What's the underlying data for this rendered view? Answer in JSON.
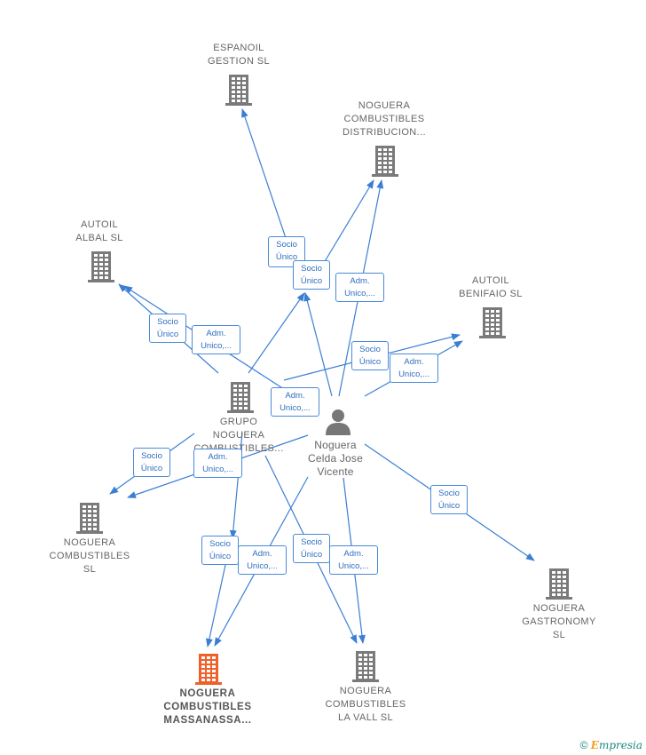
{
  "nodes": {
    "espanoil": {
      "lines": [
        "ESPANOIL",
        "GESTION  SL"
      ],
      "kind": "company"
    },
    "noguera_distribucion": {
      "lines": [
        "NOGUERA",
        "COMBUSTIBLES",
        "DISTRIBUCION..."
      ],
      "kind": "company"
    },
    "autoil_albal": {
      "lines": [
        "AUTOIL",
        "ALBAL  SL"
      ],
      "kind": "company"
    },
    "autoil_benifaio": {
      "lines": [
        "AUTOIL",
        "BENIFAIO  SL"
      ],
      "kind": "company"
    },
    "grupo_noguera": {
      "lines": [
        "GRUPO",
        "NOGUERA",
        "COMBUSTIBLES..."
      ],
      "kind": "company"
    },
    "person": {
      "lines": [
        "Noguera",
        "Celda Jose",
        "Vicente"
      ],
      "kind": "person"
    },
    "noguera_sl": {
      "lines": [
        "NOGUERA",
        "COMBUSTIBLES",
        "SL"
      ],
      "kind": "company"
    },
    "noguera_gastronomy": {
      "lines": [
        "NOGUERA",
        "GASTRONOMY",
        "SL"
      ],
      "kind": "company"
    },
    "noguera_massanassa": {
      "lines": [
        "NOGUERA",
        "COMBUSTIBLES",
        "MASSANASSA..."
      ],
      "kind": "focus"
    },
    "noguera_lavall": {
      "lines": [
        "NOGUERA",
        "COMBUSTIBLES",
        "LA VALL  SL"
      ],
      "kind": "company"
    }
  },
  "edge_labels": [
    {
      "lines": [
        "Socio",
        "Único"
      ]
    },
    {
      "lines": [
        "Socio",
        "Único"
      ]
    },
    {
      "lines": [
        "Adm.",
        "Unico,..."
      ]
    },
    {
      "lines": [
        "Socio",
        "Único"
      ]
    },
    {
      "lines": [
        "Adm.",
        "Unico,..."
      ]
    },
    {
      "lines": [
        "Socio",
        "Único"
      ]
    },
    {
      "lines": [
        "Adm.",
        "Unico,..."
      ]
    },
    {
      "lines": [
        "Adm.",
        "Unico,..."
      ]
    },
    {
      "lines": [
        "Socio",
        "Único"
      ]
    },
    {
      "lines": [
        "Adm.",
        "Unico,..."
      ]
    },
    {
      "lines": [
        "Socio",
        "Único"
      ]
    },
    {
      "lines": [
        "Socio",
        "Único"
      ]
    },
    {
      "lines": [
        "Adm.",
        "Unico,..."
      ]
    },
    {
      "lines": [
        "Socio",
        "Único"
      ]
    },
    {
      "lines": [
        "Adm.",
        "Unico,..."
      ]
    }
  ],
  "colors": {
    "edge": "#3b7fd4",
    "company_icon": "#7a7a7a",
    "focus_icon": "#f0602a",
    "person_icon": "#777777"
  },
  "footer": {
    "copyright_symbol": "©",
    "brand_first": "E",
    "brand_rest": "mpresia"
  }
}
